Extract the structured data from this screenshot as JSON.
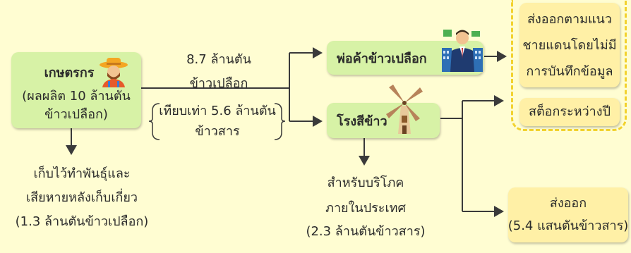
{
  "farmer": {
    "title": "เกษตรกร",
    "line1": "(ผลผลิต 10 ล้านตัน",
    "line2": "ข้าวเปลือก)"
  },
  "seed_loss": {
    "line1": "เก็บไว้ทำพันธุ์และ",
    "line2": "เสียหายหลังเก็บเกี่ยว",
    "line3": "(1.3 ล้านตันข้าวเปลือก)"
  },
  "paddy": {
    "line1": "8.7 ล้านตัน",
    "line2": "ข้าวเปลือก",
    "eq_line1": "เทียบเท่า 5.6 ล้านตัน",
    "eq_line2": "ข้าวสาร"
  },
  "trader": {
    "label": "พ่อค้าข้าวเปลือก"
  },
  "mill": {
    "label": "โรงสีข้าว"
  },
  "domestic": {
    "line1": "สำหรับบริโภค",
    "line2": "ภายในประเทศ",
    "line3": "(2.3 ล้านตันข้าวสาร)"
  },
  "border_export": {
    "line1": "ส่งออกตามแนว",
    "line2": "ชายแดนโดยไม่มี",
    "line3": "การบันทึกข้อมูล"
  },
  "stock": {
    "label": "สต็อกระหว่างปี"
  },
  "export": {
    "line1": "ส่งออก",
    "line2": "(5.4 แสนตันข้าวสาร)"
  },
  "colors": {
    "background": "#FFFDD2",
    "node_green": "#D7F2A6",
    "node_cream": "#FFF0A6",
    "dashed_border": "#F2D22E",
    "line": "#3a3a3a"
  },
  "icons": [
    "farmer-icon",
    "trader-icon",
    "windmill-icon"
  ]
}
